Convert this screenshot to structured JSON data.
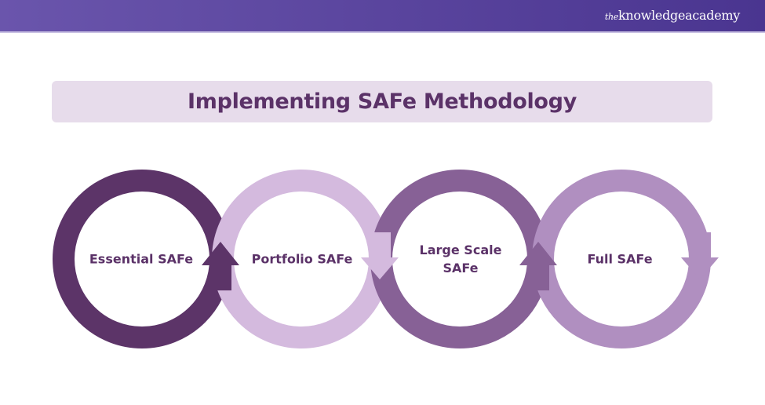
{
  "header": {
    "brand_prefix": "the",
    "brand_name": "knowledgeacademy"
  },
  "title": "Implementing SAFe Methodology",
  "steps": [
    {
      "label": "Essential SAFe",
      "color": "#5c3468",
      "arrow": "up"
    },
    {
      "label": "Portfolio SAFe",
      "color": "#d4bade",
      "arrow": "down"
    },
    {
      "label": "Large Scale SAFe",
      "color": "#876196",
      "arrow": "up"
    },
    {
      "label": "Full SAFe",
      "color": "#b08fc0",
      "arrow": "down"
    }
  ]
}
